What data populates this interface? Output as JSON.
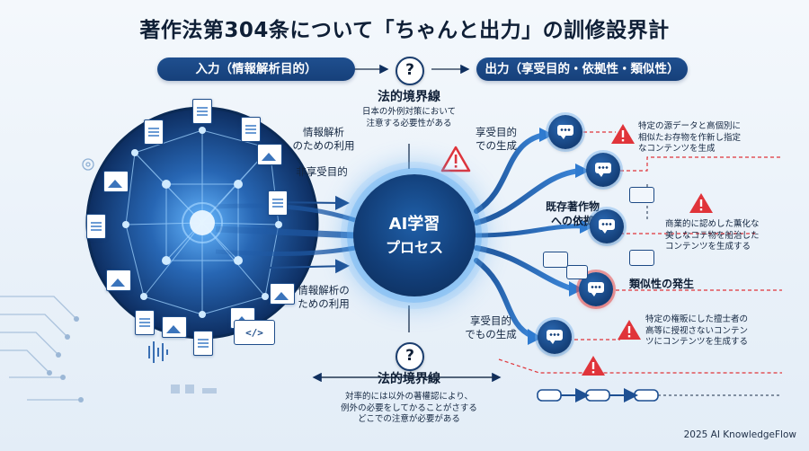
{
  "title": "著作法第304条について「ちゃんと出力」の訓修設界計",
  "pills": {
    "left": "入力（情報解析目的）",
    "right": "出力（享受目的・依拠性・類似性）"
  },
  "question_mark": "?",
  "boundary_top": {
    "heading": "法的境界線",
    "body": [
      "日本の外例対策において",
      "注意する必要性がある"
    ]
  },
  "left_labels": {
    "info_top": [
      "情報解析",
      "のための利用"
    ],
    "non_enjoy": "非享受目的",
    "info_bottom": [
      "情報解析の",
      "ための利用"
    ]
  },
  "core": {
    "line1": "AI学習",
    "line2": "プロセス"
  },
  "mid_labels": {
    "enjoy_gen": [
      "享受目的",
      "での生成"
    ],
    "reliance": [
      "既存著作物",
      "への依拠"
    ],
    "enjoy_gen2": [
      "享受目的",
      "でもの生成"
    ]
  },
  "right_notes": {
    "note1": [
      "特定の源データと高個別に",
      "相似たお存物を作新し指定",
      "なコンテンツを生成"
    ],
    "note2": [
      "商業的に認めした薫化な",
      "美しなコテ物を船治した",
      "コンテンツを生成する"
    ],
    "similarity": "類似性の発生",
    "note3": [
      "特定の権販にした擅士者の",
      "高等に授视さないコンテン",
      "ツにコンテンツを生成する"
    ]
  },
  "boundary_bottom": {
    "heading": "法的境界線",
    "body": [
      "対率的には以外の著權認により、",
      "例外の必要をしてかることがさする",
      "どこでの注意が必要がある"
    ]
  },
  "code_icon": "</>",
  "footer": "2025 AI KnowledgeFlow",
  "colors": {
    "navy": "#16407a",
    "accent_blue": "#2a78d0",
    "warning_red": "#e0343a",
    "background": "#eef4fa"
  },
  "icons": [
    "document-icon",
    "image-icon",
    "chat-bubble-icon",
    "warning-icon",
    "question-icon",
    "code-icon",
    "arrow-icon"
  ]
}
